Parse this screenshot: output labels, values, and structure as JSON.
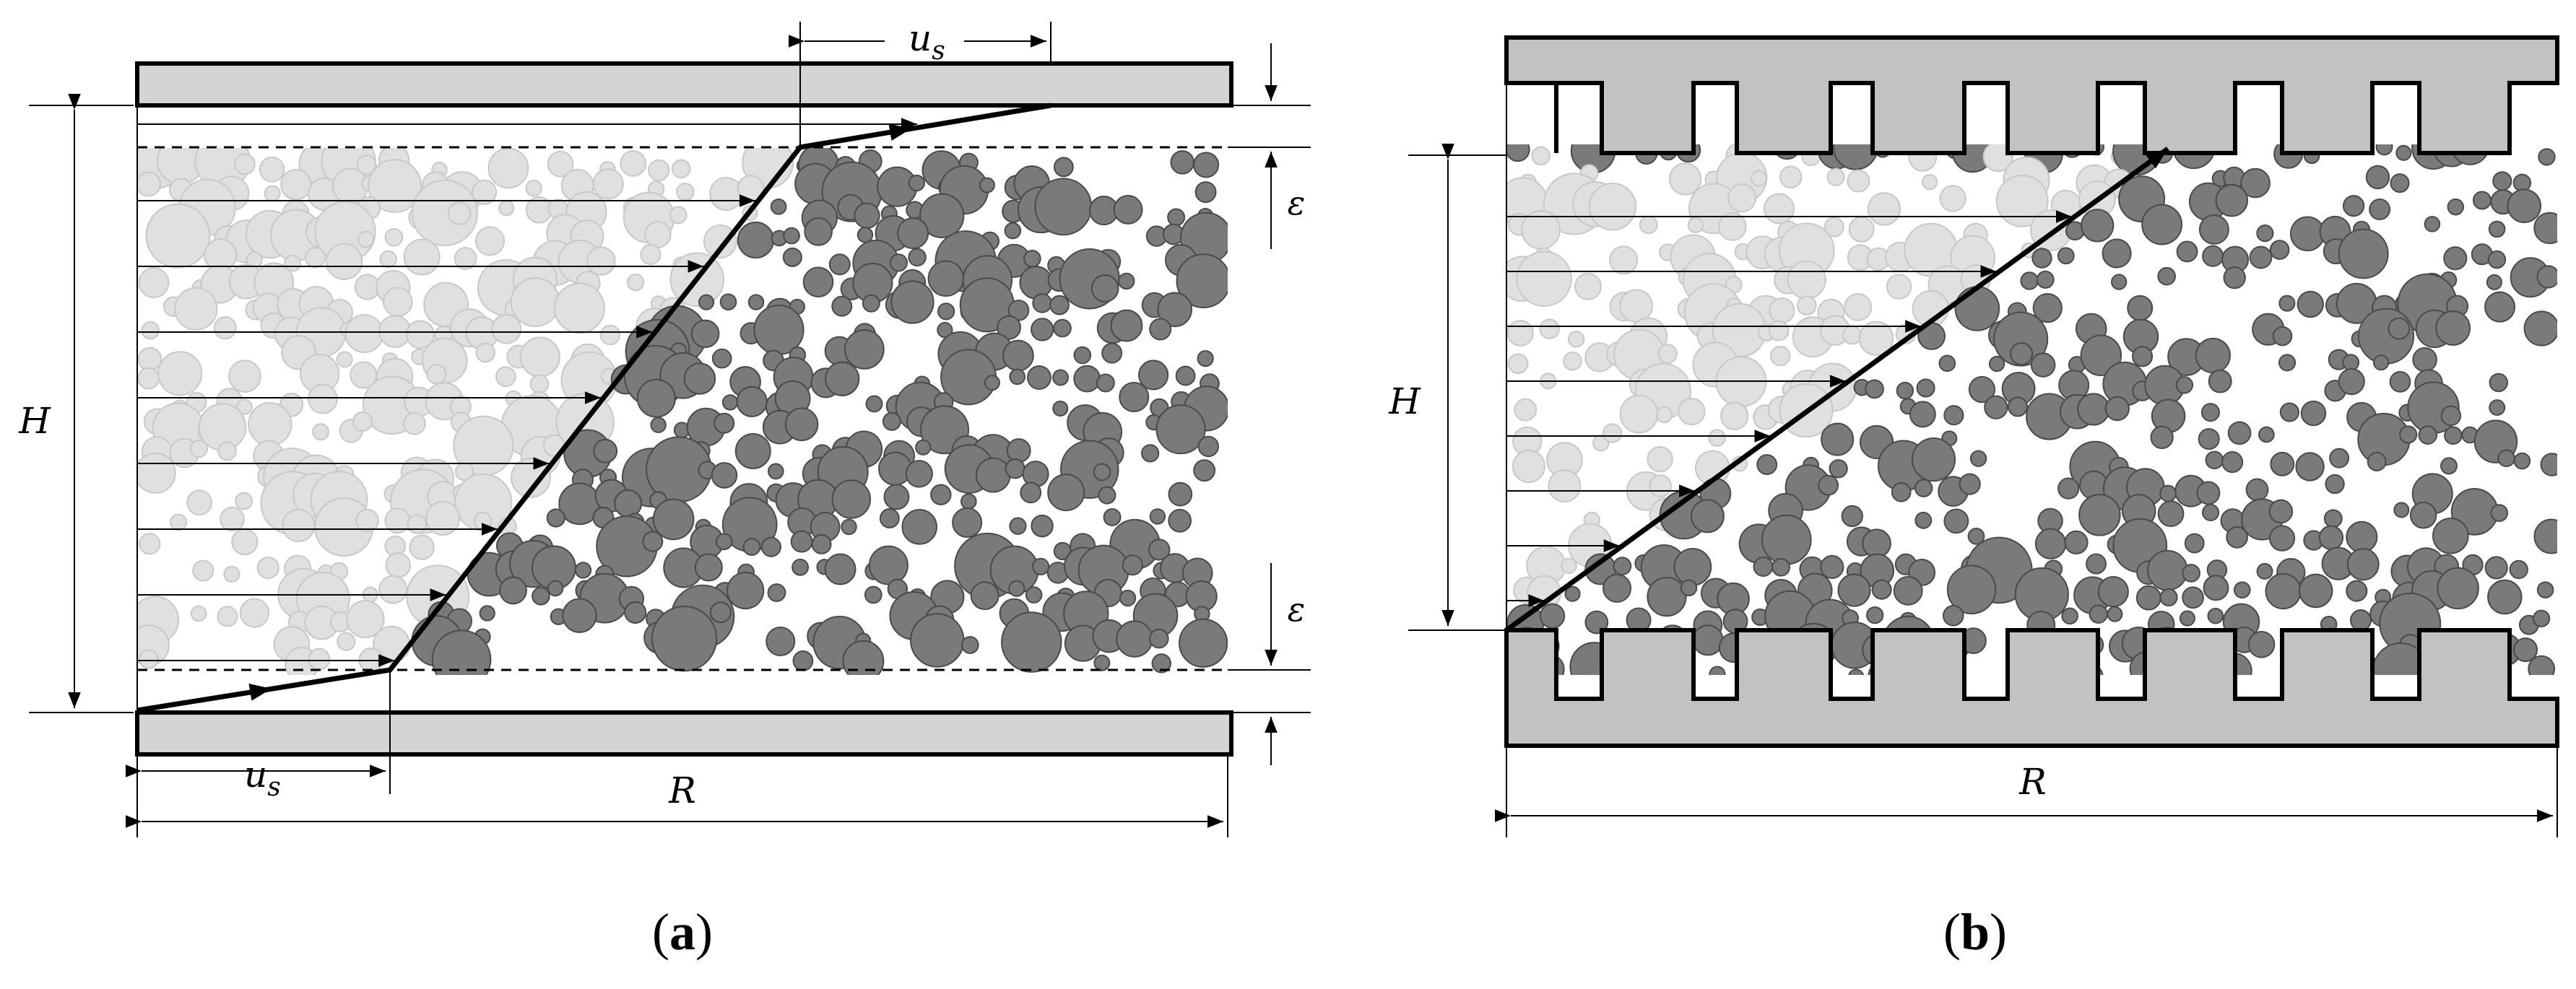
{
  "panel_a": {
    "caption_open": "(",
    "caption_letter": "a",
    "caption_close": ")",
    "label_H": "H",
    "label_R": "R",
    "label_us_top_u": "u",
    "label_us_top_s": "s",
    "label_us_bottom_u": "u",
    "label_us_bottom_s": "s",
    "label_eps_top": "ε",
    "label_eps_bottom": "ε"
  },
  "panel_b": {
    "caption_open": "(",
    "caption_letter": "b",
    "caption_close": ")",
    "label_H": "H",
    "label_R": "R"
  },
  "colors": {
    "plate": "#d4d4d4",
    "plate_b": "#c2c2c2",
    "particle_dark": "#7a7a7a",
    "particle_dark_edge": "#4a4a4a",
    "particle_light": "#e0e0e0",
    "particle_light_edge": "#c8c8c8",
    "line": "#000000"
  }
}
